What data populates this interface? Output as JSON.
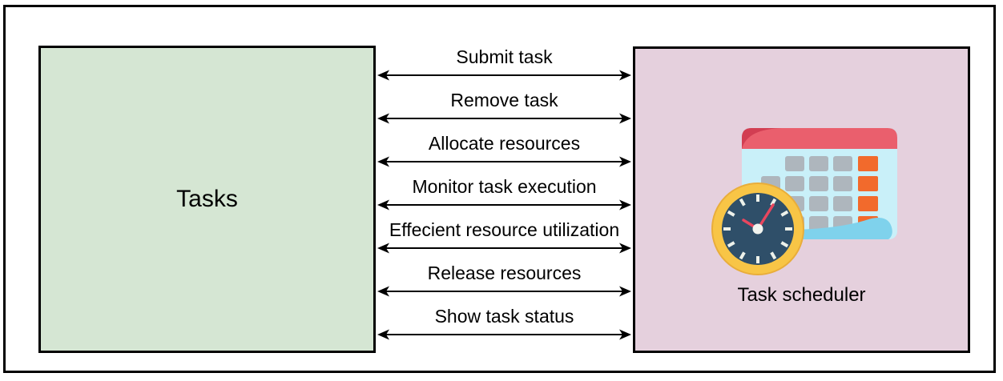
{
  "diagram": {
    "tasks_box": {
      "label": "Tasks"
    },
    "scheduler_box": {
      "label": "Task scheduler"
    },
    "interactions": [
      "Submit task",
      "Remove task",
      "Allocate resources",
      "Monitor task execution",
      "Effecient resource utilization",
      "Release resources",
      "Show task status"
    ],
    "icon": {
      "name": "calendar-with-clock"
    }
  },
  "colors": {
    "tasks_box_fill": "#d5e6d3",
    "scheduler_box_fill": "#e5d0dd",
    "calendar_body": "#c9f0f9",
    "calendar_header": "#ea5f6d",
    "calendar_header_fold": "#d23e52",
    "calendar_cell_gray": "#aeb6bd",
    "calendar_cell_orange": "#f26a2c",
    "calendar_curl": "#7fd2ec",
    "clock_ring": "#f8c546",
    "clock_ring_edge": "#e9ad3a",
    "clock_face": "#2f4f69",
    "clock_tick": "#edf1ea",
    "clock_hand": "#e8465e",
    "clock_center": "#f2f4ef"
  }
}
